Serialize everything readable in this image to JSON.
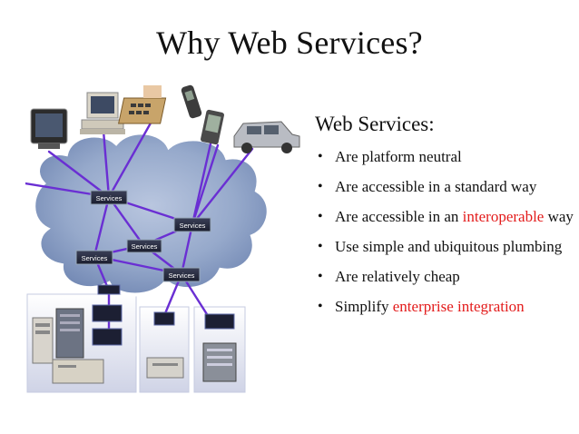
{
  "slide": {
    "title": "Why Web Services?"
  },
  "diagram": {
    "service_labels": [
      "Services",
      "Services",
      "Services",
      "Services",
      "Services"
    ]
  },
  "content": {
    "heading": "Web Services:",
    "bullets": [
      {
        "parts": [
          {
            "text": "Are platform neutral",
            "highlight": false
          }
        ]
      },
      {
        "parts": [
          {
            "text": "Are accessible in a standard way",
            "highlight": false
          }
        ]
      },
      {
        "parts": [
          {
            "text": "Are accessible in an ",
            "highlight": false
          },
          {
            "text": "interoperable",
            "highlight": true
          },
          {
            "text": " way",
            "highlight": false
          }
        ]
      },
      {
        "parts": [
          {
            "text": "Use simple and ubiquitous plumbing",
            "highlight": false
          }
        ]
      },
      {
        "parts": [
          {
            "text": "Are relatively cheap",
            "highlight": false
          }
        ]
      },
      {
        "parts": [
          {
            "text": "Simplify ",
            "highlight": false
          },
          {
            "text": "enterprise integration",
            "highlight": true
          }
        ]
      }
    ]
  },
  "colors": {
    "highlight": "#e31b1b",
    "cloud": "#8fa3c7",
    "connector": "#6a2fd3",
    "panel": "#dde0ee"
  }
}
